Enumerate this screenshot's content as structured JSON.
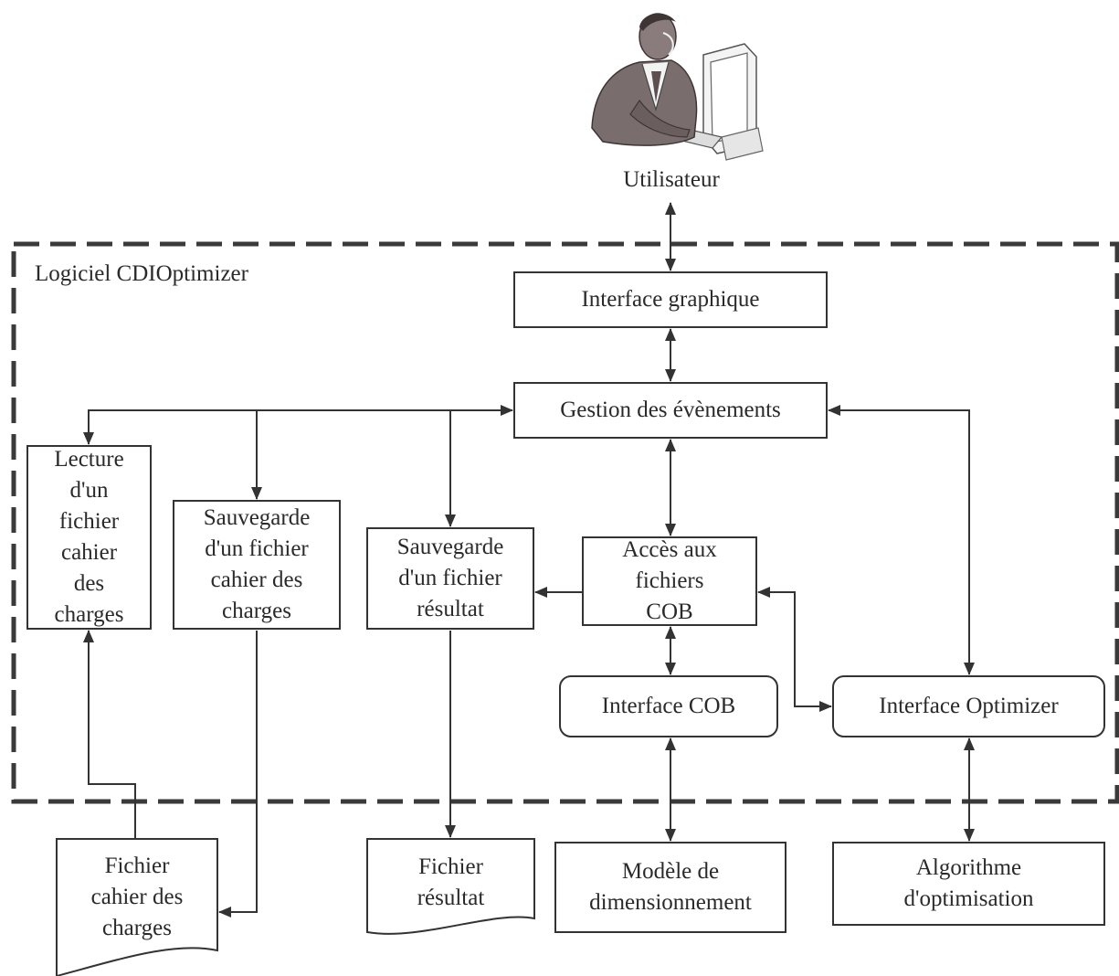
{
  "user": {
    "label": "Utilisateur"
  },
  "software": {
    "label": "Logiciel CDIOptimizer"
  },
  "boxes": {
    "interface_graphique": "Interface graphique",
    "gestion_evenements": "Gestion des évènements",
    "lecture": [
      "Lecture",
      "d'un",
      "fichier",
      "cahier",
      "des",
      "charges"
    ],
    "sauvegarde_cdc": [
      "Sauvegarde",
      "d'un fichier",
      "cahier des",
      "charges"
    ],
    "sauvegarde_resultat": [
      "Sauvegarde",
      "d'un fichier",
      "résultat"
    ],
    "acces_cob": [
      "Accès aux",
      "fichiers",
      "COB"
    ],
    "interface_cob": "Interface COB",
    "interface_optimizer": "Interface Optimizer"
  },
  "external": {
    "fichier_cdc": [
      "Fichier",
      "cahier des",
      "charges"
    ],
    "fichier_resultat": [
      "Fichier",
      "résultat"
    ],
    "modele": [
      "Modèle de",
      "dimensionnement"
    ],
    "algorithme": [
      "Algorithme",
      "d'optimisation"
    ]
  },
  "icons": {
    "user": "person-at-computer-icon"
  },
  "colors": {
    "stroke": "#333333",
    "fill": "#ffffff"
  }
}
